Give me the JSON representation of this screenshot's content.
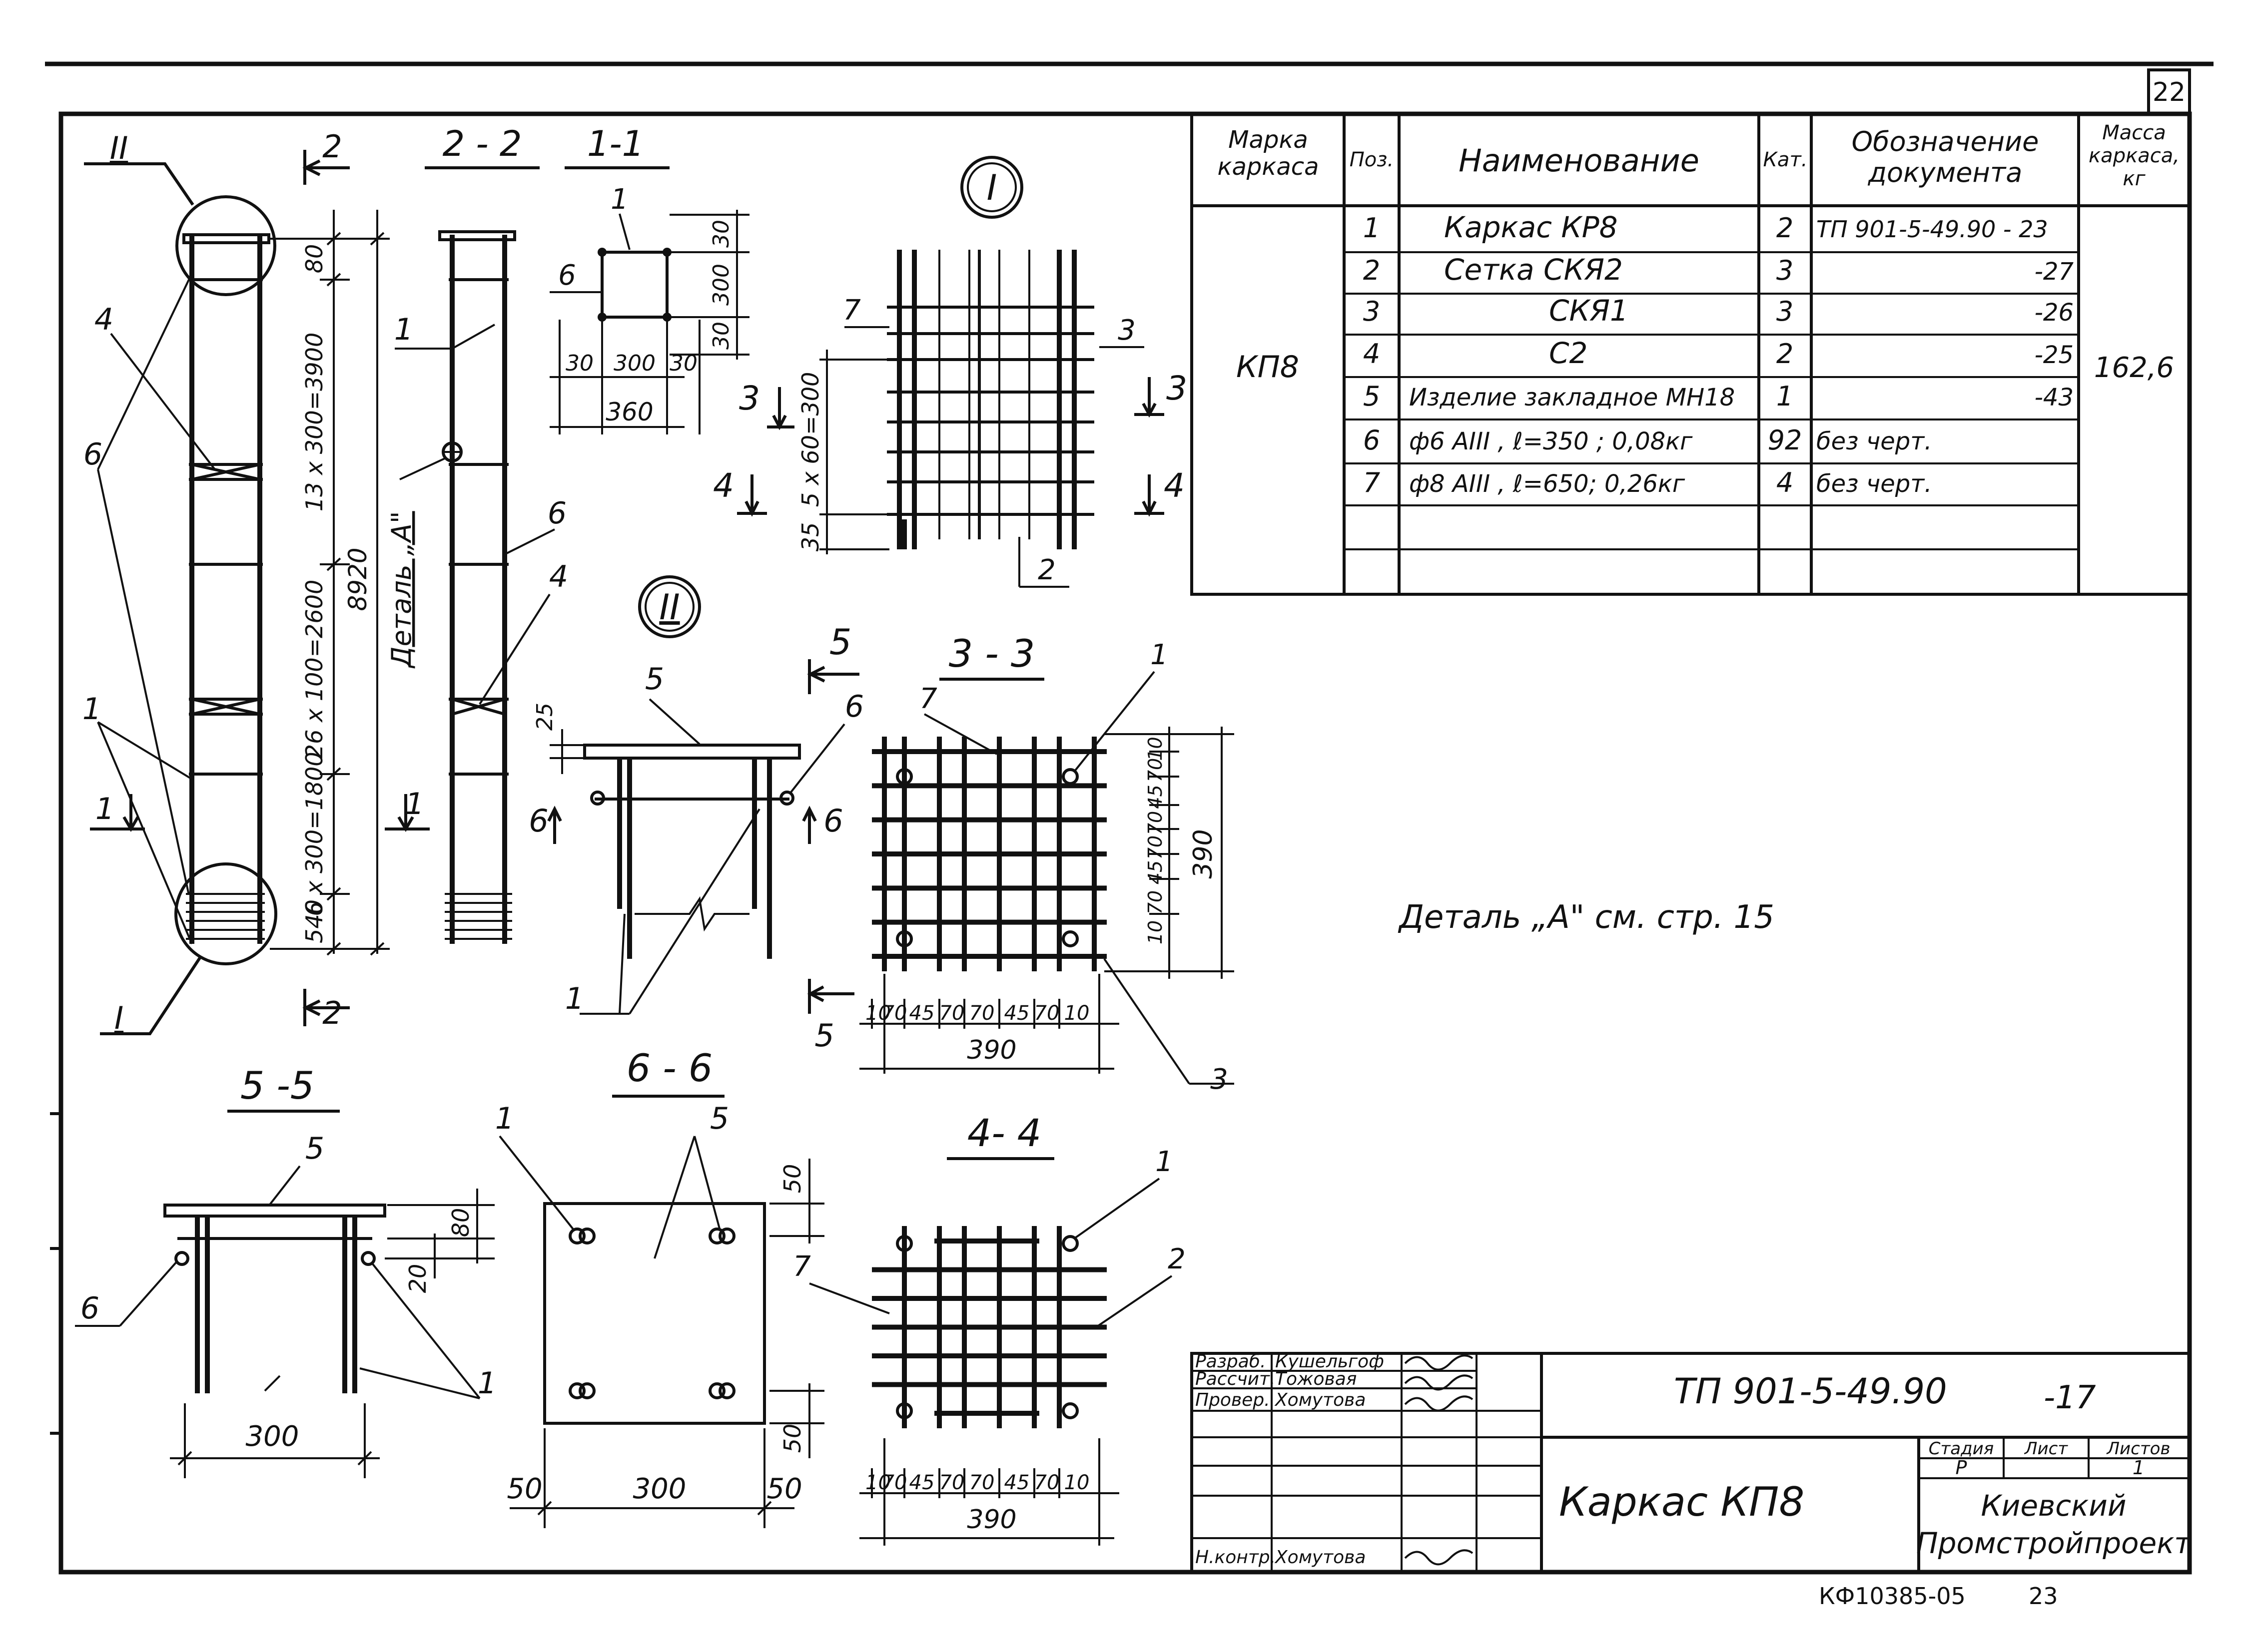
{
  "page": {
    "sheet_corner": "22",
    "footer_code": "КФ10385-05",
    "footer_page": "23"
  },
  "spec_table": {
    "headers": {
      "mark": "Марка каркаса",
      "pos": "Поз.",
      "name": "Наименование",
      "cat": "Кат.",
      "doc": "Обозначение документа",
      "mass": "Масса каркаса, кг"
    },
    "mark_value": "КП8",
    "mass_value": "162,6",
    "rows": [
      {
        "pos": "1",
        "name": "Каркас  КР8",
        "cat": "2",
        "doc": "ТП 901-5-49.90 - 23"
      },
      {
        "pos": "2",
        "name": "Сетка  СКЯ2",
        "cat": "3",
        "doc": "-27"
      },
      {
        "pos": "3",
        "name": "СКЯ1",
        "cat": "3",
        "doc": "-26"
      },
      {
        "pos": "4",
        "name": "С2",
        "cat": "2",
        "doc": "-25"
      },
      {
        "pos": "5",
        "name": "Изделие закладное МН18",
        "cat": "1",
        "doc": "-43"
      },
      {
        "pos": "6",
        "name": "ф6 АIII , ℓ=350 ; 0,08кг",
        "cat": "92",
        "doc": "без  черт."
      },
      {
        "pos": "7",
        "name": "ф8 АIII , ℓ=650; 0,26кг",
        "cat": "4",
        "doc": "без  черт."
      }
    ]
  },
  "note": "Деталь „А\" см. стр. 15",
  "title_block": {
    "roles": [
      "Разраб.",
      "Рассчит.",
      "Провер.",
      "",
      "",
      "",
      "Н.контр."
    ],
    "names": [
      "Кушельгоф",
      "Тожовая",
      "Хомутова",
      "",
      "",
      "",
      "Хомутова"
    ],
    "signatures": [
      "",
      "",
      "",
      "",
      "",
      "",
      ""
    ],
    "doc_number": "ТП 901-5-49.90",
    "sheet_suffix": "-17",
    "title": "Каркас КП8",
    "stage_label": "Стадия",
    "sheet_label": "Лист",
    "sheets_label": "Листов",
    "stage_value": "Р",
    "sheet_value": "",
    "sheets_value": "1",
    "org_line1": "Киевский",
    "org_line2": "Промстройпроект"
  },
  "views": {
    "elevation": {
      "callout_I": "I",
      "callout_II": "II",
      "section_mark": "2",
      "dims": {
        "top": "80",
        "d1": "13 х 300=3900",
        "d2": "26 х 100=2600",
        "d3": "6 х 300=1800",
        "d4": "540",
        "total": "8920"
      },
      "labels": {
        "p4": "4",
        "p6": "6",
        "p1": "1",
        "s1": "1"
      }
    },
    "section_2_2": {
      "title": "2 - 2",
      "detail_label": "Деталь „А\"",
      "labels": {
        "p1": "1",
        "p6": "6",
        "p4": "4",
        "s1": "1"
      }
    },
    "section_1_1": {
      "title": "1-1",
      "dims": {
        "a": "30",
        "b": "300",
        "c": "30",
        "total": "360",
        "v1": "30",
        "v2": "300",
        "v3": "30"
      },
      "labels": {
        "p1": "1",
        "p6": "6"
      }
    },
    "detail_I": {
      "title": "I",
      "dims": {
        "v": "5 х 60=300",
        "b": "35"
      },
      "labels": {
        "p7": "7",
        "p3": "3",
        "p2": "2",
        "s3": "3",
        "s4": "4"
      }
    },
    "detail_II": {
      "title": "II",
      "dims": {
        "v": "25"
      },
      "labels": {
        "p5": "5",
        "p6": "6",
        "p1": "1",
        "s5": "5",
        "s6": "6"
      }
    },
    "section_3_3": {
      "title": "3 - 3",
      "dims": {
        "h": [
          "10",
          "70",
          "45",
          "70",
          "70",
          "45",
          "70",
          "10"
        ],
        "total": "390",
        "v": [
          "10",
          "70",
          "45",
          "70",
          "70",
          "45",
          "70",
          "10"
        ],
        "vtotal": "390"
      },
      "labels": {
        "p7": "7",
        "p1": "1",
        "p3": "3",
        "s5": "5"
      }
    },
    "section_5_5": {
      "title": "5 -5",
      "dims": {
        "w": "300",
        "h1": "80",
        "h2": "20"
      },
      "labels": {
        "p5": "5",
        "p6": "6",
        "p1": "1"
      }
    },
    "section_6_6": {
      "title": "6 - 6",
      "dims": {
        "w": "300",
        "l": "50",
        "r": "50",
        "t": "50",
        "b": "50"
      },
      "labels": {
        "p1": "1",
        "p5": "5"
      }
    },
    "section_4_4": {
      "title": "4- 4",
      "dims": {
        "h": [
          "10",
          "70",
          "45",
          "70",
          "70",
          "45",
          "70",
          "10"
        ],
        "total": "390"
      },
      "labels": {
        "p1": "1",
        "p2": "2",
        "p7": "7"
      }
    }
  }
}
